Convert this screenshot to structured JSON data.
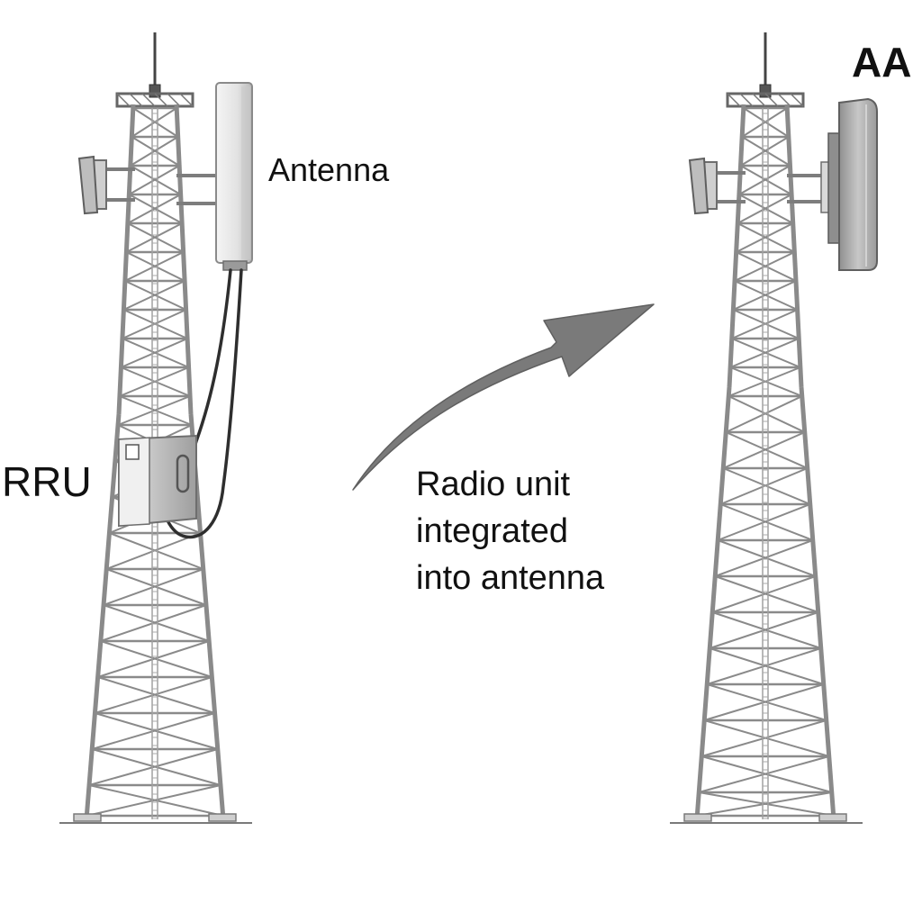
{
  "labels": {
    "antenna": "Antenna",
    "rru": "RRU",
    "aa": "AA",
    "caption_lines": [
      "Radio unit",
      "integrated",
      "into antenna"
    ]
  },
  "colors": {
    "steel": "#8a8a8a",
    "cable": "#2e2e2e",
    "arrow": "#7a7a7a",
    "antenna_panel": "#e6e6e6",
    "rru_box": "#d4d4d4",
    "aa_unit": "#a8a8a8"
  },
  "icons": {
    "arrow": "curved-arrow-right",
    "tower": "lattice-tower"
  }
}
